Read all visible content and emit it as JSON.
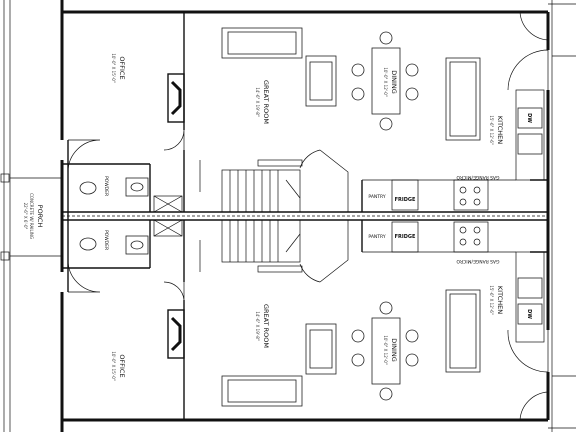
{
  "labels": {
    "office_top": "OFFICE",
    "office_top_dim": "10'-0\" X 15'-0\"",
    "office_bottom": "OFFICE",
    "office_bottom_dim": "10'-0\" X 15'-0\"",
    "great_room_top": "GREAT ROOM",
    "great_room_top_dim": "14'-6\" X 19'-8\"",
    "great_room_bottom": "GREAT ROOM",
    "great_room_bottom_dim": "14'-6\" X 19'-8\"",
    "dining_top": "DINING",
    "dining_top_dim": "10'-0\" X 12'-0\"",
    "dining_bottom": "DINING",
    "dining_bottom_dim": "10'-0\" X 12'-0\"",
    "kitchen_top": "KITCHEN",
    "kitchen_top_dim": "15'-6\" X 12'-6\"",
    "kitchen_bottom": "KITCHEN",
    "kitchen_bottom_dim": "15'-6\" X 12'-6\"",
    "powder_top": "POWDER",
    "powder_bottom": "POWDER",
    "pantry_top": "PANTRY",
    "pantry_bottom": "PANTRY",
    "fridge_top": "FRIDGE",
    "fridge_bottom": "FRIDGE",
    "range_top": "GAS RANGE/MICRO",
    "range_bottom": "GAS RANGE/MICRO",
    "dw_top": "DW",
    "dw_bottom": "DW",
    "porch": "PORCH",
    "porch_note_1": "CONCRETE W/ RAILING",
    "porch_note_2": "22'-6\" X 6'-0\""
  }
}
